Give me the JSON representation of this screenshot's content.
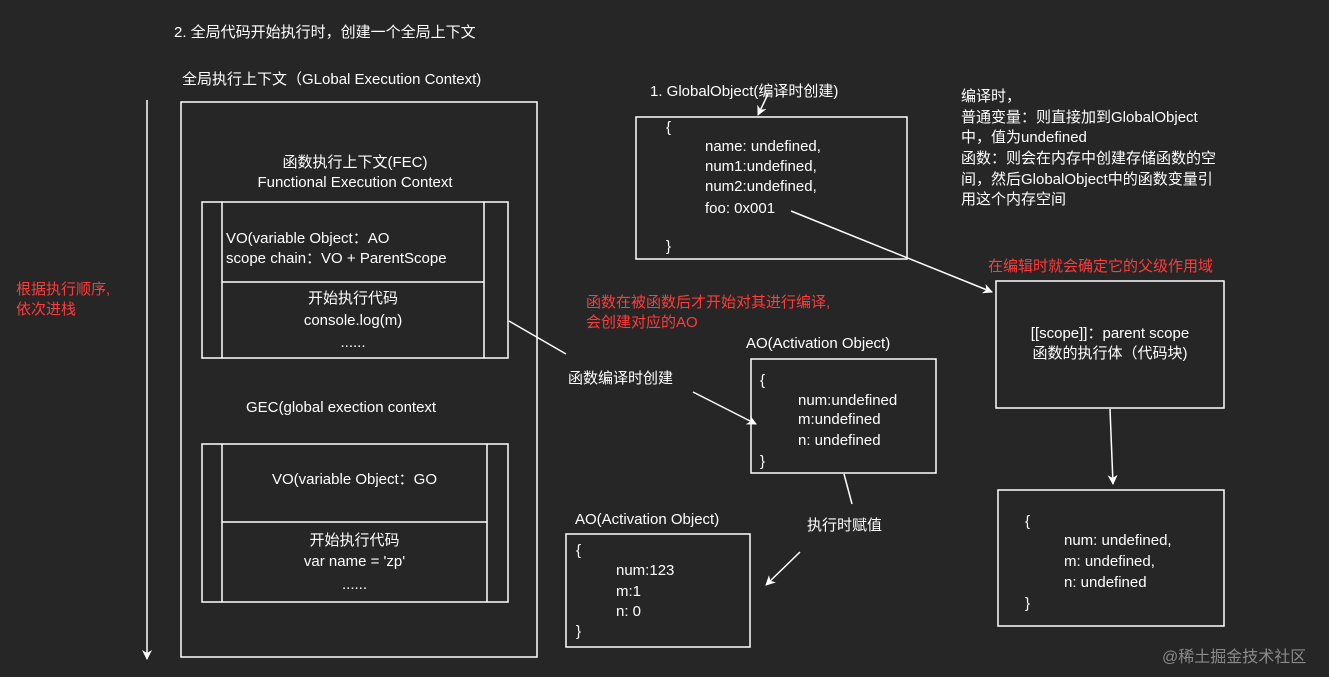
{
  "heading": "2. 全局代码开始执行时，创建一个全局上下文",
  "gec_outer_title": "全局执行上下文（GLobal Execution Context)",
  "stack_order_note": [
    "根据执行顺序,",
    "依次进栈"
  ],
  "fec": {
    "title_line1": "函数执行上下文(FEC)",
    "title_line2": "Functional Execution Context",
    "vo_line1": "VO(variable Object：AO",
    "vo_line2": "scope chain：VO + ParentScope",
    "exec_line1": "开始执行代码",
    "exec_line2": "console.log(m)",
    "exec_line3": "......"
  },
  "gec": {
    "title": "GEC(global exection context",
    "vo": "VO(variable Object：GO",
    "exec_line1": "开始执行代码",
    "exec_line2": "var name = 'zp'",
    "exec_line3": "......"
  },
  "global_object": {
    "title": "1. GlobalObject(编译时创建)",
    "lines": [
      "{",
      "name: undefined,",
      "num1:undefined,",
      "num2:undefined,",
      "foo: 0x001",
      "}"
    ]
  },
  "compile_note": [
    "编译时，",
    "普通变量：则直接加到GlobalObject",
    "中，值为undefined",
    "函数：则会在内存中创建存储函数的空",
    "间，然后GlobalObject中的函数变量引",
    "用这个内存空间"
  ],
  "parent_scope_note": "在编辑时就会确定它的父级作用域",
  "function_body_box": {
    "line1": "[[scope]]：parent scope",
    "line2": "函数的执行体（代码块)"
  },
  "function_compile_note": [
    "函数在被函数后才开始对其进行编译,",
    "会创建对应的AO"
  ],
  "create_at_compile_label": "函数编译时创建",
  "ao_compile": {
    "title": "AO(Activation Object)",
    "lines": [
      "{",
      "num:undefined",
      "m:undefined",
      "n: undefined",
      "}"
    ]
  },
  "assign_at_exec_label": "执行时赋值",
  "ao_exec": {
    "title": "AO(Activation Object)",
    "lines": [
      "{",
      "num:123",
      "m:1",
      "n: 0",
      "}"
    ]
  },
  "undefined_box": {
    "lines": [
      "{",
      "num: undefined,",
      "m: undefined,",
      "n: undefined",
      "}"
    ]
  },
  "watermark": "@稀土掘金技术社区",
  "colors": {
    "background": "#262626",
    "stroke": "#ffffff",
    "note_red": "#ff3b3b",
    "watermark": "#8a8a8a"
  }
}
